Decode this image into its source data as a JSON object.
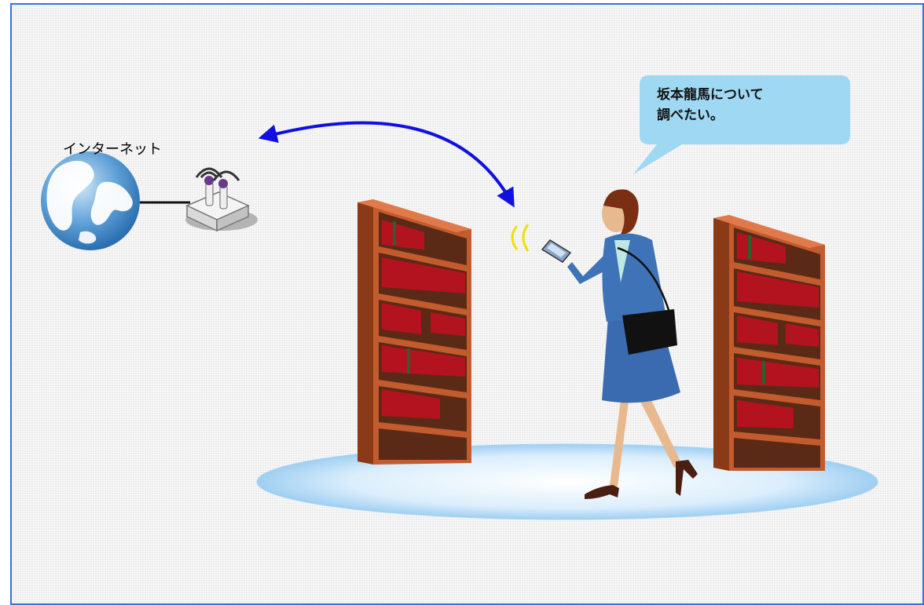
{
  "internet": {
    "label": "インターネット"
  },
  "speech_bubble": {
    "lines": [
      "坂本龍馬について",
      "調べたい。"
    ]
  },
  "colors": {
    "frame_border": "#3b6fd8",
    "arrow": "#1010e0",
    "bubble": "#9fd8f2",
    "bookshelf": "#b8542a",
    "books": "#b3121f",
    "signal": "#f0e000",
    "floor": "#bfe3fb"
  },
  "icons": [
    "globe-icon",
    "wireless-router-icon",
    "signal-waves-icon",
    "tablet-device-icon",
    "woman-figure-icon",
    "bookshelf-icon"
  ]
}
